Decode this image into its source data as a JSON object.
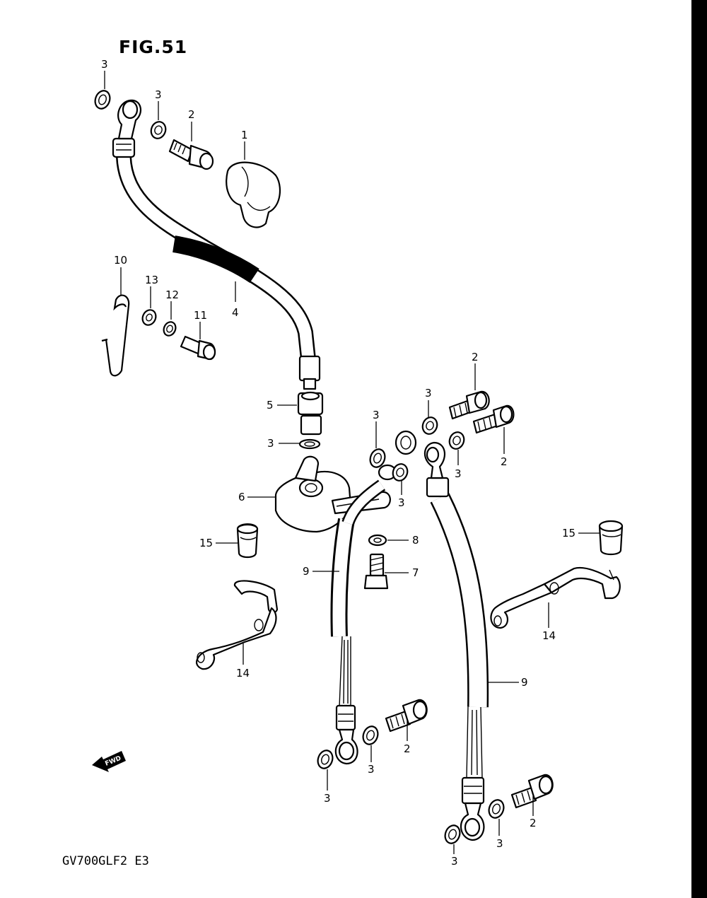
{
  "figure": {
    "title": "FIG.51",
    "model_code": "GV700GLF2  E3",
    "fwd_label": "FWD"
  },
  "labels": [
    {
      "id": "l1",
      "text": "1"
    },
    {
      "id": "l2a",
      "text": "2"
    },
    {
      "id": "l3a",
      "text": "3"
    },
    {
      "id": "l3b",
      "text": "3"
    },
    {
      "id": "l4",
      "text": "4"
    },
    {
      "id": "l10",
      "text": "10"
    },
    {
      "id": "l13",
      "text": "13"
    },
    {
      "id": "l12",
      "text": "12"
    },
    {
      "id": "l11",
      "text": "11"
    },
    {
      "id": "l5",
      "text": "5"
    },
    {
      "id": "l3c",
      "text": "3"
    },
    {
      "id": "l6",
      "text": "6"
    },
    {
      "id": "l3d",
      "text": "3"
    },
    {
      "id": "l3e",
      "text": "3"
    },
    {
      "id": "l3f",
      "text": "3"
    },
    {
      "id": "l3g",
      "text": "3"
    },
    {
      "id": "l2b",
      "text": "2"
    },
    {
      "id": "l2c",
      "text": "2"
    },
    {
      "id": "l15a",
      "text": "15"
    },
    {
      "id": "l15b",
      "text": "15"
    },
    {
      "id": "l8",
      "text": "8"
    },
    {
      "id": "l7",
      "text": "7"
    },
    {
      "id": "l9a",
      "text": "9"
    },
    {
      "id": "l9b",
      "text": "9"
    },
    {
      "id": "l14a",
      "text": "14"
    },
    {
      "id": "l14b",
      "text": "14"
    },
    {
      "id": "l2d",
      "text": "2"
    },
    {
      "id": "l3h",
      "text": "3"
    },
    {
      "id": "l3i",
      "text": "3"
    },
    {
      "id": "l2e",
      "text": "2"
    },
    {
      "id": "l3j",
      "text": "3"
    },
    {
      "id": "l3k",
      "text": "3"
    }
  ]
}
